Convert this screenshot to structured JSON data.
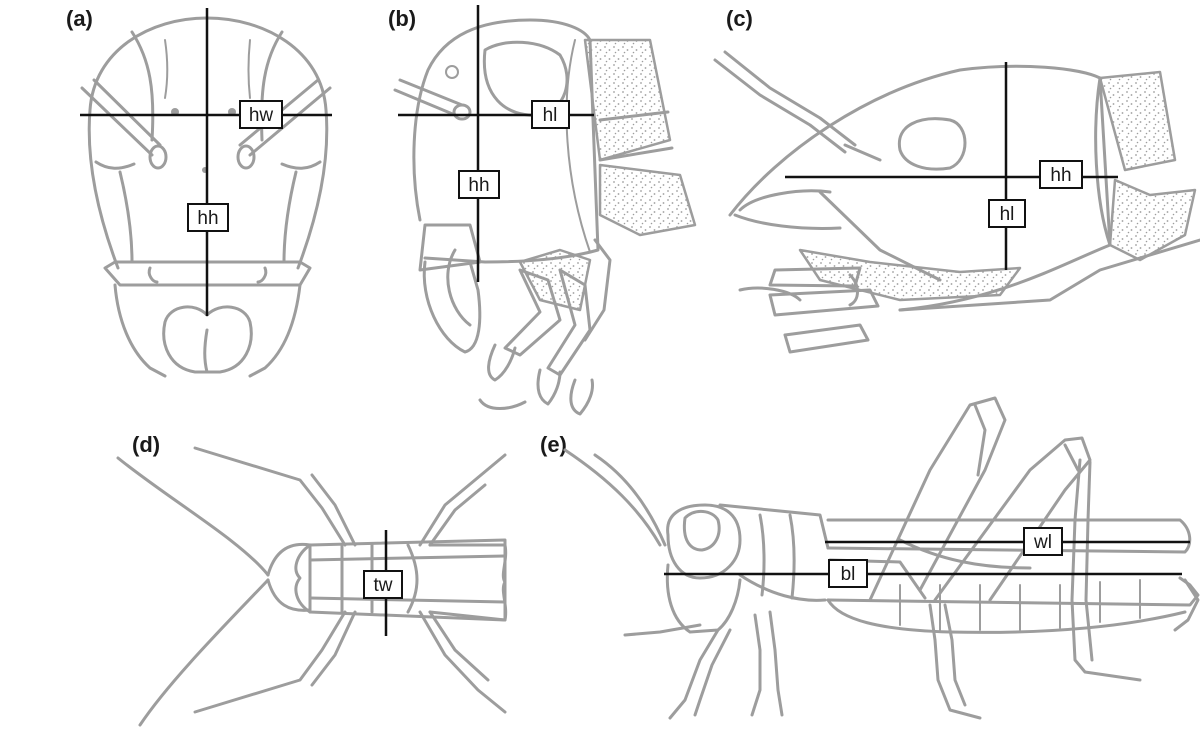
{
  "panels": [
    {
      "label": "(a)",
      "view": "frontal head",
      "measurements": [
        "hw",
        "hh"
      ]
    },
    {
      "label": "(b)",
      "view": "lateral head",
      "measurements": [
        "hl",
        "hh"
      ]
    },
    {
      "label": "(c)",
      "view": "lateral head (prognathous)",
      "measurements": [
        "hh",
        "hl"
      ]
    },
    {
      "label": "(d)",
      "view": "dorsal thorax",
      "measurements": [
        "tw"
      ]
    },
    {
      "label": "(e)",
      "view": "lateral body",
      "measurements": [
        "wl",
        "bl"
      ]
    }
  ],
  "colors": {
    "drawing": "#9d9d9d",
    "measure": "#111111",
    "background": "#ffffff"
  }
}
